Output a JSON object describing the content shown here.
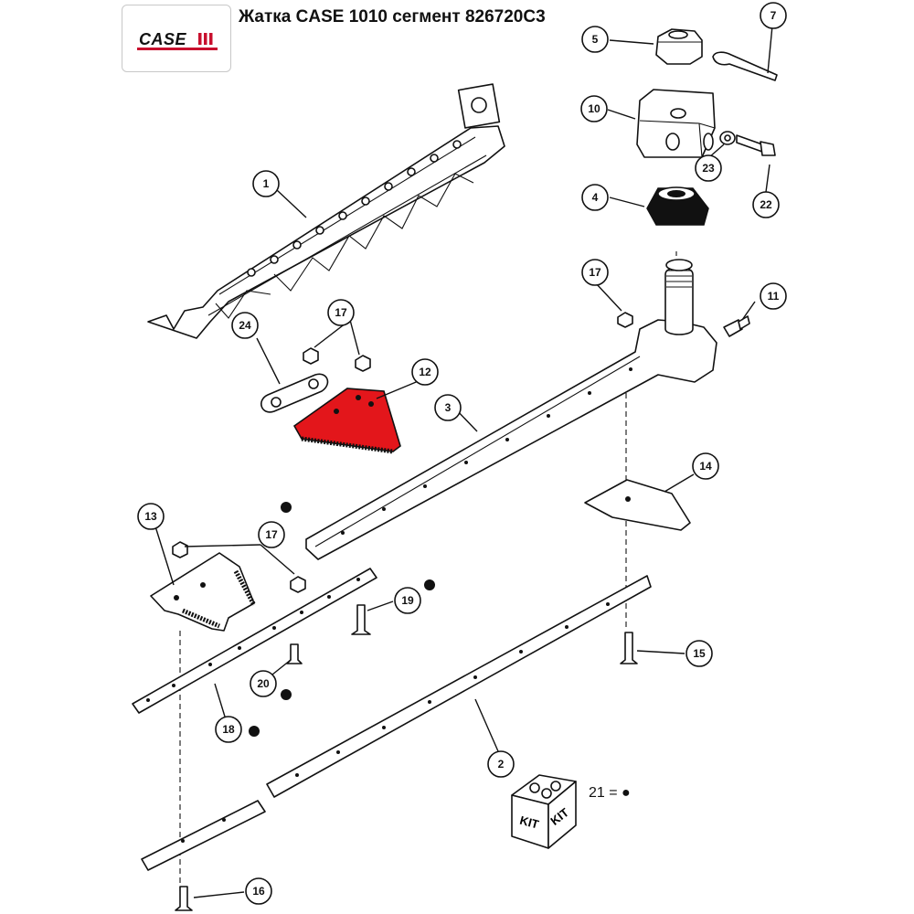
{
  "header": {
    "brand": "CASE",
    "title": "Жатка CASE 1010 сегмент 826720C3"
  },
  "colors": {
    "highlight": "#e3161b",
    "brand_red": "#c8102e",
    "ink": "#111111"
  },
  "callouts": {
    "c1": "1",
    "c2": "2",
    "c3": "3",
    "c4": "4",
    "c5": "5",
    "c7": "7",
    "c10": "10",
    "c11": "11",
    "c12": "12",
    "c13": "13",
    "c14": "14",
    "c15": "15",
    "c16": "16",
    "c17a": "17",
    "c17b": "17",
    "c17c": "17",
    "c18": "18",
    "c19": "19",
    "c20": "20",
    "c22": "22",
    "c23": "23",
    "c24": "24"
  },
  "kit": {
    "label": "KIT",
    "legend": "21 = ●"
  }
}
